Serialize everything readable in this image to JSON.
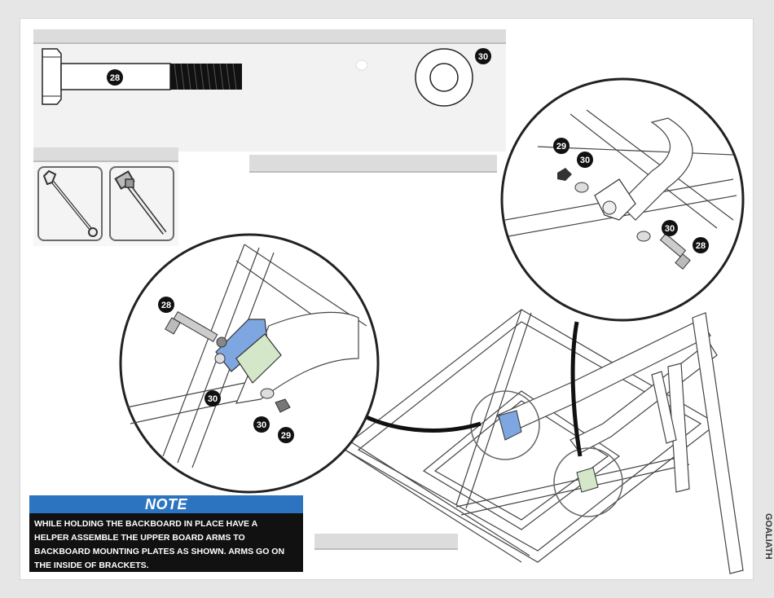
{
  "callouts": {
    "bolt": "28",
    "washer": "30",
    "nut": "29"
  },
  "note": {
    "title": "NOTE",
    "lines": [
      "WHILE HOLDING THE BACKBOARD IN PLACE HAVE A",
      "HELPER ASSEMBLE THE UPPER BOARD ARMS TO",
      "BACKBOARD MOUNTING PLATES AS SHOWN.  ARMS GO ON",
      "THE INSIDE OF BRACKETS."
    ]
  },
  "brand": {
    "pole_text": "GOALIATH"
  },
  "tools": [
    "wrench-icon",
    "socket-wrench-icon"
  ],
  "colors": {
    "note_header": "#2c74c0",
    "note_body": "#111111",
    "bracket_blue": "#7ea6e0",
    "bracket_green": "#d4e8c9"
  }
}
